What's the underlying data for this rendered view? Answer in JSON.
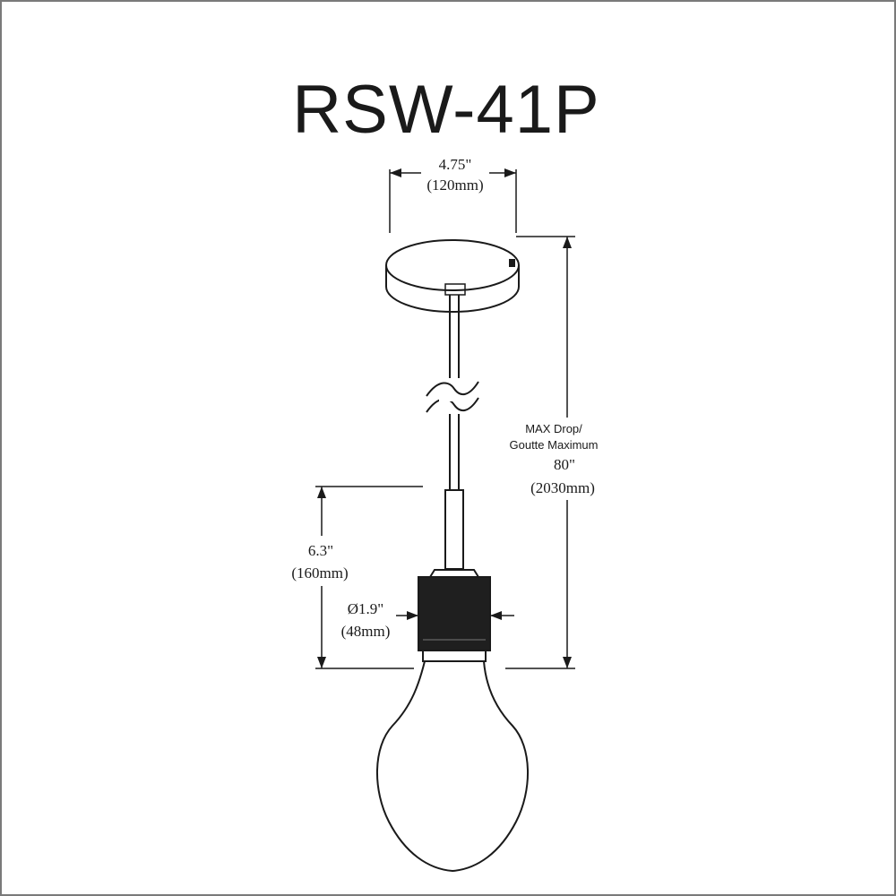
{
  "title": "RSW-41P",
  "dimensions": {
    "canopy_width": {
      "imperial": "4.75\"",
      "metric": "(120mm)"
    },
    "max_drop": {
      "label_en": "MAX Drop/",
      "label_fr": "Goutte Maximum",
      "imperial": "80\"",
      "metric": "(2030mm)"
    },
    "socket_height": {
      "imperial": "6.3\"",
      "metric": "(160mm)"
    },
    "socket_diameter": {
      "imperial": "Ø1.9\"",
      "metric": "(48mm)"
    }
  },
  "colors": {
    "line": "#1a1a1a",
    "socket": "#1f1f1f",
    "border": "#7a7a7a"
  }
}
